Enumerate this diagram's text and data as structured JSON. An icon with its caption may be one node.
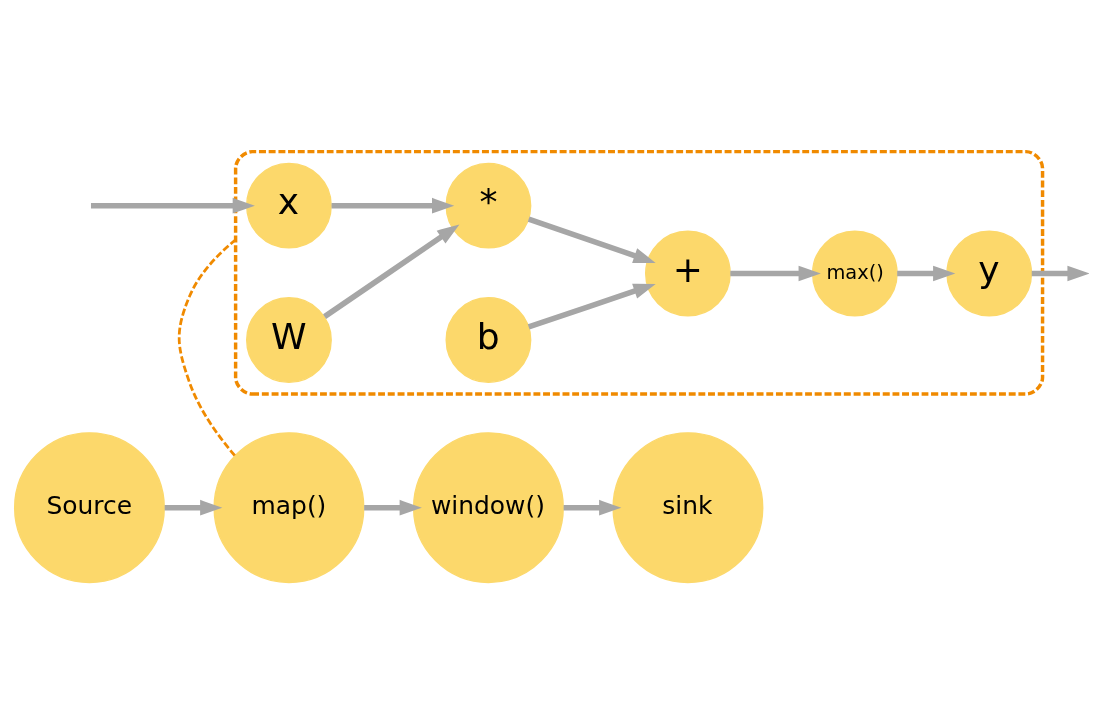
{
  "diagram": {
    "nodes": [
      {
        "text": [
          "Source"
        ]
      },
      {
        "text": [
          "map()"
        ]
      },
      {
        "text": [
          "window()"
        ]
      },
      {
        "text": [
          "sink"
        ]
      },
      {
        "text": [],
        "shape": "pentagon"
      },
      {
        "text": [
          "x"
        ],
        "in": 4
      },
      {
        "text": [
          "W"
        ],
        "in": 4
      },
      {
        "text": [
          "*"
        ],
        "in": 4
      },
      {
        "text": [
          "b"
        ],
        "in": 4
      },
      {
        "text": [
          "+"
        ],
        "in": 4
      },
      {
        "text": [
          "max()"
        ],
        "in": 4
      },
      {
        "text": [
          "y"
        ],
        "in": 4
      }
    ],
    "edges": [
      {
        "from": 0,
        "to": 1,
        "arrow": "to"
      },
      {
        "from": 1,
        "to": 2,
        "arrow": "to"
      },
      {
        "from": 2,
        "to": 3,
        "arrow": "to"
      },
      {
        "from": 1,
        "to": 4,
        "arrow": "none",
        "style": "dashed",
        "color": "#f08a00"
      },
      {
        "from": null,
        "to": 5,
        "arrow": "to"
      },
      {
        "from": 5,
        "to": 7,
        "arrow": "to"
      },
      {
        "from": 6,
        "to": 7,
        "arrow": "to"
      },
      {
        "from": 7,
        "to": 9,
        "arrow": "to"
      },
      {
        "from": 8,
        "to": 9,
        "arrow": "to"
      },
      {
        "from": 9,
        "to": 10,
        "arrow": "to"
      },
      {
        "from": 10,
        "to": 11,
        "arrow": "to"
      },
      {
        "from": 11,
        "to": null,
        "arrow": "to"
      }
    ]
  }
}
